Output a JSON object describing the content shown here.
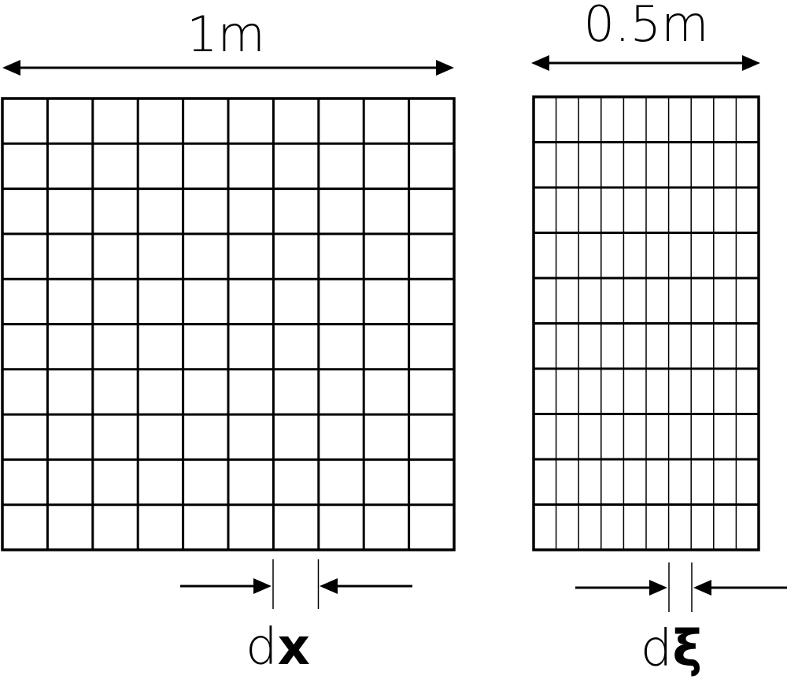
{
  "left_panel": {
    "width_label": "1m",
    "cols": 10,
    "rows": 10,
    "spacing_label_d": "d",
    "spacing_label_var": "x"
  },
  "right_panel": {
    "width_label": "0.5m",
    "cols": 10,
    "rows": 10,
    "spacing_label_d": "d",
    "spacing_label_var": "ξ"
  },
  "colors": {
    "ink": "#000000",
    "background": "#ffffff"
  }
}
